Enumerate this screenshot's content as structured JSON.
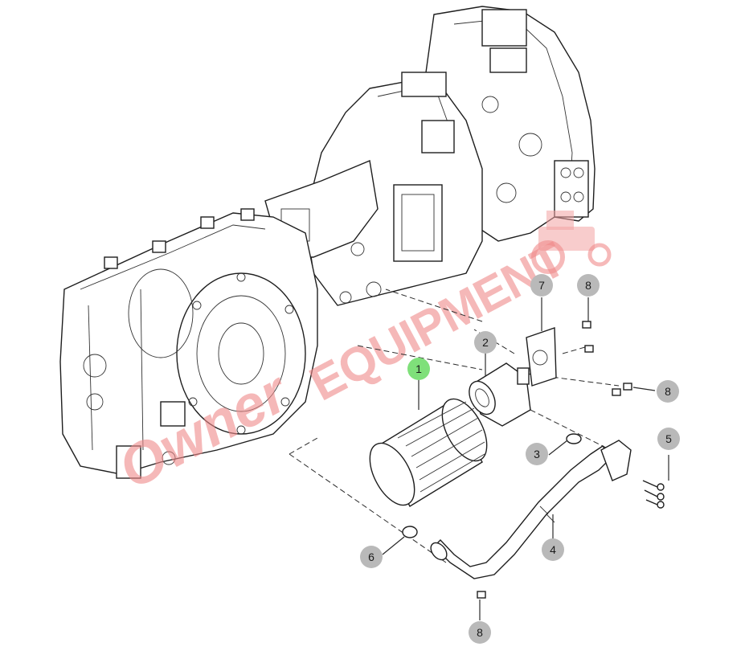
{
  "diagram": {
    "callouts": [
      {
        "id": "1",
        "label": "1",
        "highlight": true
      },
      {
        "id": "2",
        "label": "2",
        "highlight": false
      },
      {
        "id": "3",
        "label": "3",
        "highlight": false
      },
      {
        "id": "4",
        "label": "4",
        "highlight": false
      },
      {
        "id": "5",
        "label": "5",
        "highlight": false
      },
      {
        "id": "6",
        "label": "6",
        "highlight": false
      },
      {
        "id": "7",
        "label": "7",
        "highlight": false
      },
      {
        "id": "8a",
        "label": "8",
        "highlight": false
      },
      {
        "id": "8b",
        "label": "8",
        "highlight": false
      },
      {
        "id": "8c",
        "label": "8",
        "highlight": false
      }
    ],
    "watermark": {
      "text": "EQUIPMENT",
      "script_text": "Owner"
    }
  },
  "colors": {
    "callout_grey": "#b9b9b9",
    "callout_highlight": "#7fe07a",
    "watermark": "#f08a8a"
  }
}
